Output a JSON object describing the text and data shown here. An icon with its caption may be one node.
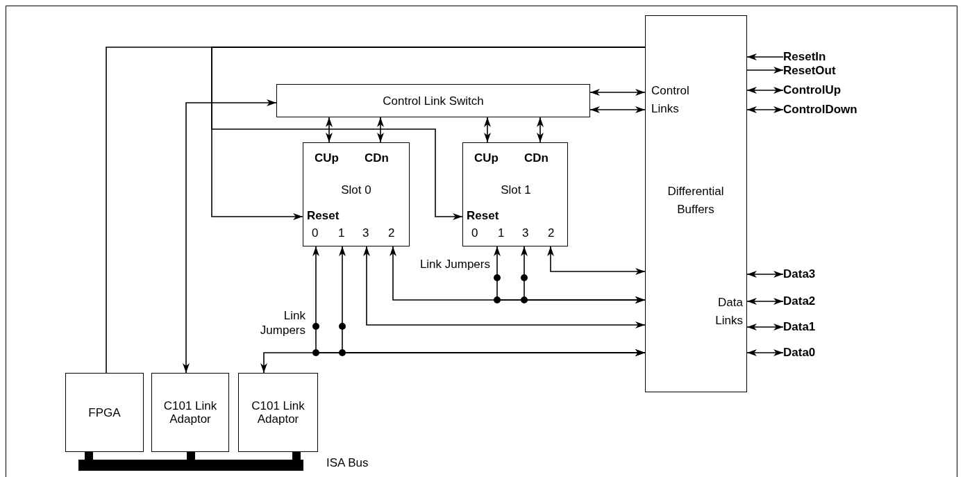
{
  "diagram": {
    "nodes": [
      {
        "text": [
          "Control Link Switch"
        ]
      },
      {
        "text": [
          "CUp",
          "CDn",
          "Slot 0",
          "Reset",
          "0",
          "1",
          "3",
          "2"
        ]
      },
      {
        "text": [
          "CUp",
          "CDn",
          "Slot 1",
          "Reset",
          "0",
          "1",
          "3",
          "2"
        ]
      },
      {
        "text": [
          "Control Links",
          "Differential Buffers",
          "Data Links"
        ]
      },
      {
        "text": [
          "FPGA"
        ]
      },
      {
        "text": [
          "C101 Link Adaptor"
        ]
      },
      {
        "text": [
          "C101 Link Adaptor"
        ]
      },
      {
        "text": [],
        "shape": "bar"
      },
      {
        "text": [
          "ResetIn"
        ]
      },
      {
        "text": [
          "ResetOut"
        ]
      },
      {
        "text": [
          "ControlUp"
        ]
      },
      {
        "text": [
          "ControlDown"
        ]
      },
      {
        "text": [
          "Data3"
        ]
      },
      {
        "text": [
          "Data2"
        ]
      },
      {
        "text": [
          "Data1"
        ]
      },
      {
        "text": [
          "Data0"
        ]
      }
    ],
    "edges": [
      {
        "from": 3,
        "to": 4,
        "arrow": "none"
      },
      {
        "from": 3,
        "to": 1,
        "arrow": "to"
      },
      {
        "from": 3,
        "to": 2,
        "arrow": "to"
      },
      {
        "from": 5,
        "to": 0,
        "arrow": "both"
      },
      {
        "from": 0,
        "to": 1,
        "arrow": "both"
      },
      {
        "from": 0,
        "to": 1,
        "arrow": "both"
      },
      {
        "from": 0,
        "to": 2,
        "arrow": "both"
      },
      {
        "from": 0,
        "to": 2,
        "arrow": "both"
      },
      {
        "from": 0,
        "to": 3,
        "arrow": "both"
      },
      {
        "from": 0,
        "to": 3,
        "arrow": "both"
      },
      {
        "from": 2,
        "to": 3,
        "arrow": "both"
      },
      {
        "from": 1,
        "to": 3,
        "arrow": "both"
      },
      {
        "from": 2,
        "to": 3,
        "arrow": "both"
      },
      {
        "from": 2,
        "to": 3,
        "arrow": "both"
      },
      {
        "from": 1,
        "to": 3,
        "arrow": "both"
      },
      {
        "from": 6,
        "to": 3,
        "arrow": "both"
      },
      {
        "from": 1,
        "to": 3,
        "arrow": "both"
      },
      {
        "from": 1,
        "to": 3,
        "arrow": "both"
      },
      {
        "from": 4,
        "to": 7,
        "arrow": "none",
        "style": "thick"
      },
      {
        "from": 5,
        "to": 7,
        "arrow": "none",
        "style": "thick"
      },
      {
        "from": 6,
        "to": 7,
        "arrow": "none",
        "style": "thick"
      },
      {
        "from": 8,
        "to": 3,
        "arrow": "to"
      },
      {
        "from": 3,
        "to": 9,
        "arrow": "to"
      },
      {
        "from": 3,
        "to": 10,
        "arrow": "both"
      },
      {
        "from": 3,
        "to": 11,
        "arrow": "both"
      },
      {
        "from": 3,
        "to": 12,
        "arrow": "both"
      },
      {
        "from": 3,
        "to": 13,
        "arrow": "both"
      },
      {
        "from": 3,
        "to": 14,
        "arrow": "both"
      },
      {
        "from": 3,
        "to": 15,
        "arrow": "both"
      }
    ],
    "labels": [
      "Link Jumpers",
      "Link Jumpers",
      "ISA Bus"
    ]
  }
}
